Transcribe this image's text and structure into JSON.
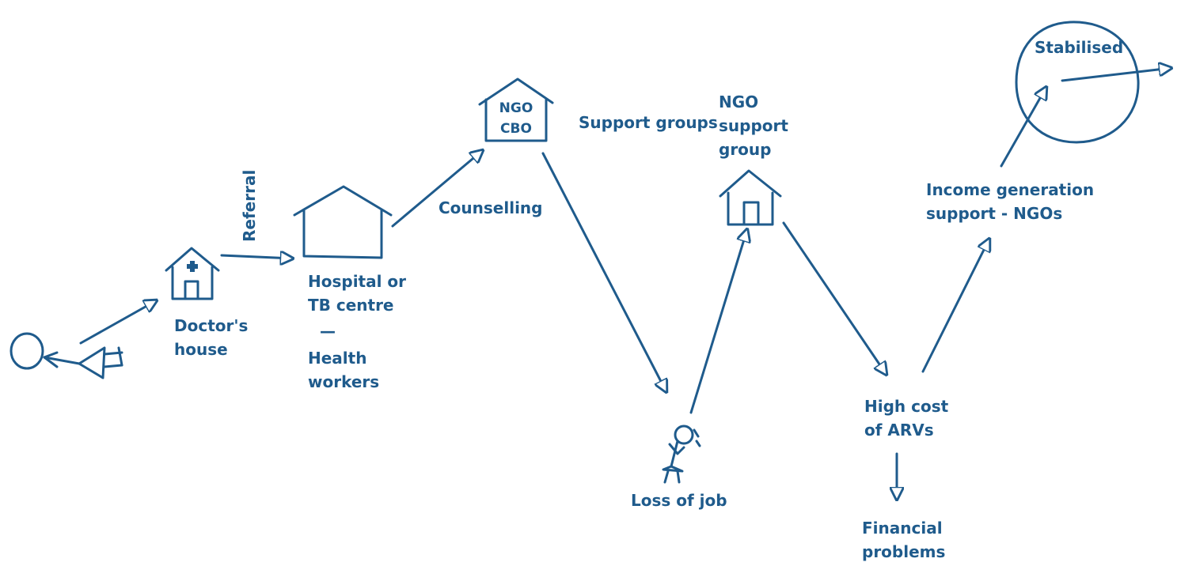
{
  "colors": {
    "ink": "#1f5b8c",
    "background": "#ffffff"
  },
  "icons": {
    "patient": "person-lying-icon",
    "doctor_house": "house-with-cross-icon",
    "hospital": "house-icon",
    "ngo_cbo": "house-icon",
    "ngo_support_group": "house-with-door-icon",
    "loss_of_job": "person-despair-icon",
    "stabilised": "circle-icon"
  },
  "labels": {
    "referral": "Referral",
    "doctor_house": [
      "Doctor's",
      "house"
    ],
    "hospital": [
      "Hospital or",
      "TB centre"
    ],
    "dash": "—",
    "health_workers": [
      "Health",
      "workers"
    ],
    "counselling": "Counselling",
    "ngo": "NGO",
    "cbo": "CBO",
    "support_groups": "Support groups",
    "ngo_support_group": [
      "NGO",
      "support",
      "group"
    ],
    "loss_of_job": "Loss of job",
    "high_cost": [
      "High cost",
      "of ARVs"
    ],
    "financial_problems": [
      "Financial",
      "problems"
    ],
    "income_generation": [
      "Income generation",
      "support - NGOs"
    ],
    "stabilised": "Stabilised"
  }
}
